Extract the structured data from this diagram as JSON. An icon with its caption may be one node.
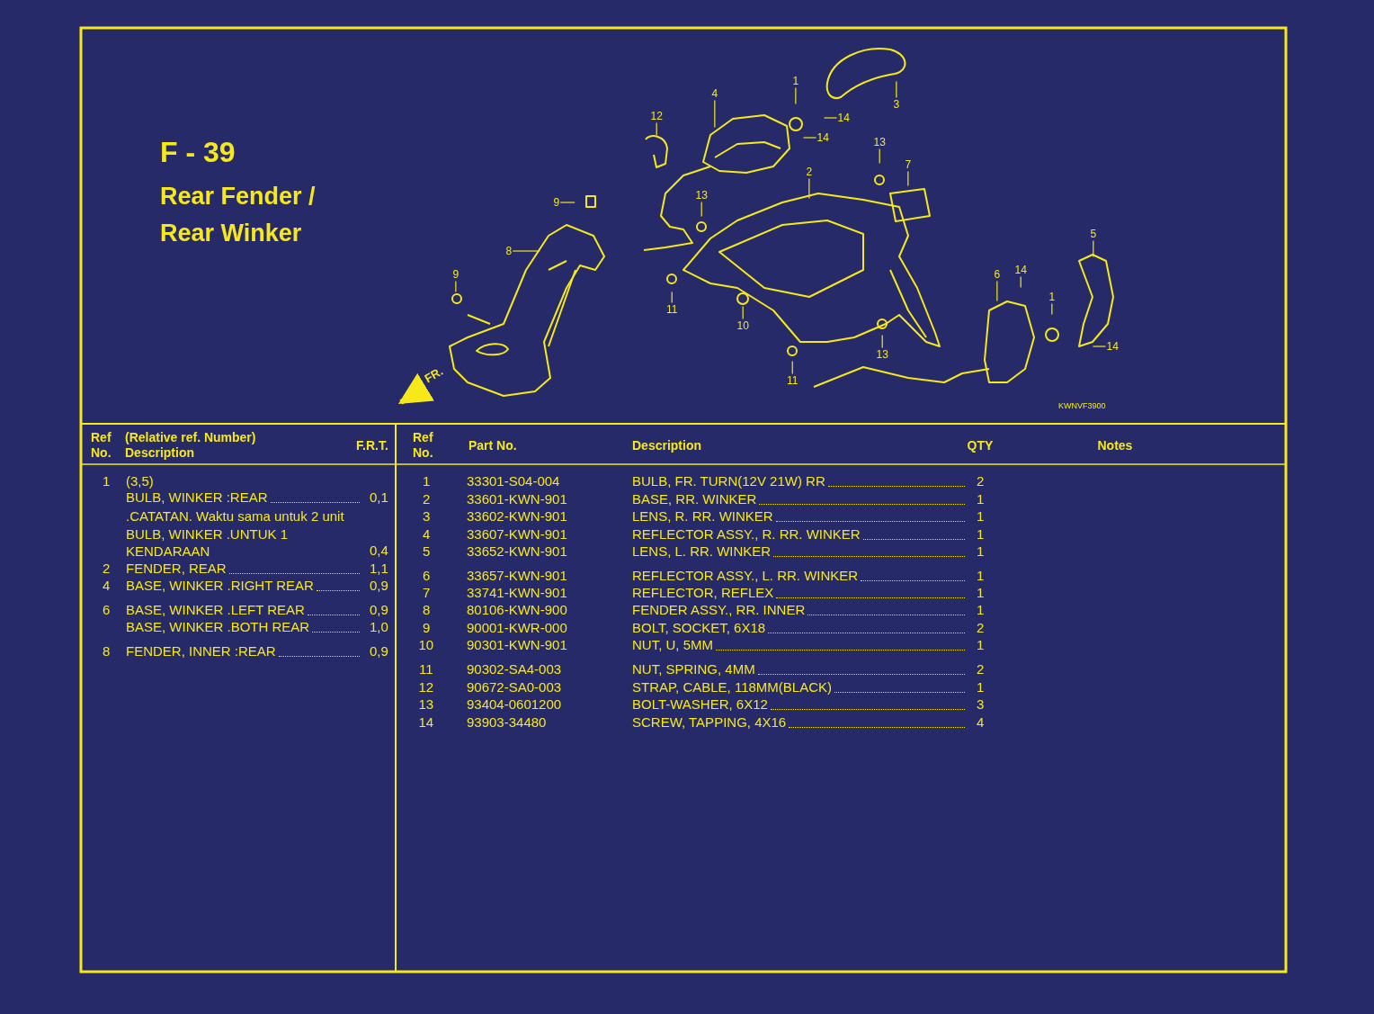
{
  "diagram": {
    "title": "F - 39",
    "nodes": [
      {
        "text": [
          "1"
        ]
      },
      {
        "text": [
          "4"
        ]
      },
      {
        "text": [
          "3"
        ]
      },
      {
        "text": [
          "12"
        ]
      },
      {
        "text": [
          "14"
        ]
      },
      {
        "text": [
          "14"
        ]
      },
      {
        "text": [
          "13"
        ]
      },
      {
        "text": [
          "7"
        ]
      },
      {
        "text": [
          "2"
        ]
      },
      {
        "text": [
          "13"
        ]
      },
      {
        "text": [
          "9"
        ]
      },
      {
        "text": [
          "5"
        ]
      },
      {
        "text": [
          "8"
        ]
      },
      {
        "text": [
          "14"
        ]
      },
      {
        "text": [
          "9"
        ]
      },
      {
        "text": [
          "6"
        ]
      },
      {
        "text": [
          "1"
        ]
      },
      {
        "text": [
          "11"
        ]
      },
      {
        "text": [
          "10"
        ]
      },
      {
        "text": [
          "14"
        ]
      },
      {
        "text": [
          "13"
        ]
      },
      {
        "text": [
          "11"
        ]
      }
    ],
    "edges": [
      {
        "from": 0,
        "to": null,
        "arrow": "none"
      },
      {
        "from": 1,
        "to": null,
        "arrow": "none"
      },
      {
        "from": 2,
        "to": null,
        "arrow": "none"
      },
      {
        "from": 3,
        "to": null,
        "arrow": "none"
      },
      {
        "from": 4,
        "to": null,
        "arrow": "none"
      },
      {
        "from": 5,
        "to": null,
        "arrow": "none"
      },
      {
        "from": 6,
        "to": null,
        "arrow": "none"
      },
      {
        "from": 7,
        "to": null,
        "arrow": "none"
      },
      {
        "from": 8,
        "to": null,
        "arrow": "none"
      },
      {
        "from": 9,
        "to": null,
        "arrow": "none"
      },
      {
        "from": 10,
        "to": null,
        "arrow": "none"
      },
      {
        "from": 11,
        "to": null,
        "arrow": "none"
      },
      {
        "from": 12,
        "to": null,
        "arrow": "none"
      },
      {
        "from": 13,
        "to": null,
        "arrow": "none"
      },
      {
        "from": 14,
        "to": null,
        "arrow": "none"
      },
      {
        "from": 15,
        "to": null,
        "arrow": "none"
      },
      {
        "from": 16,
        "to": null,
        "arrow": "none"
      },
      {
        "from": 17,
        "to": null,
        "arrow": "none"
      },
      {
        "from": 18,
        "to": null,
        "arrow": "none"
      },
      {
        "from": 19,
        "to": null,
        "arrow": "none"
      },
      {
        "from": 20,
        "to": null,
        "arrow": "none"
      },
      {
        "from": 21,
        "to": null,
        "arrow": "none"
      }
    ],
    "labels": [
      "Rear Fender / Rear Winker",
      "FR.",
      "KWNVF3900",
      "Ref No.",
      "(Relative ref. Number) Description",
      "F.R.T.",
      "1",
      "(3,5)",
      "BULB, WINKER :REAR",
      "0,1",
      ".CATATAN. Waktu sama untuk 2 unit BULB, WINKER .UNTUK 1 KENDARAAN",
      "0,4",
      "2",
      "FENDER, REAR",
      "1,1",
      "4",
      "BASE, WINKER .RIGHT REAR",
      "0,9",
      "6",
      "BASE, WINKER .LEFT REAR",
      "0,9",
      "BASE, WINKER .BOTH REAR",
      "1,0",
      "8",
      "FENDER, INNER :REAR",
      "0,9",
      "Ref No.",
      "Part No.",
      "Description",
      "QTY",
      "Notes",
      "1",
      "33301-S04-004",
      "BULB, FR. TURN(12V 21W) RR",
      "2",
      "2",
      "33601-KWN-901",
      "BASE, RR. WINKER",
      "1",
      "3",
      "33602-KWN-901",
      "LENS, R. RR. WINKER",
      "1",
      "4",
      "33607-KWN-901",
      "REFLECTOR ASSY., R. RR. WINKER",
      "1",
      "5",
      "33652-KWN-901",
      "LENS, L. RR. WINKER",
      "1",
      "6",
      "33657-KWN-901",
      "REFLECTOR ASSY., L. RR. WINKER",
      "1",
      "7",
      "33741-KWN-901",
      "REFLECTOR, REFLEX",
      "1",
      "8",
      "80106-KWN-900",
      "FENDER ASSY., RR. INNER",
      "1",
      "9",
      "90001-KWR-000",
      "BOLT, SOCKET, 6X18",
      "2",
      "10",
      "90301-KWN-901",
      "NUT, U, 5MM",
      "1",
      "11",
      "90302-SA4-003",
      "NUT, SPRING, 4MM",
      "2",
      "12",
      "90672-SA0-003",
      "STRAP, CABLE, 118MM(BLACK)",
      "1",
      "13",
      "93404-0601200",
      "BOLT-WASHER, 6X12",
      "3",
      "14",
      "93903-34480",
      "SCREW, TAPPING, 4X16",
      "4"
    ]
  }
}
